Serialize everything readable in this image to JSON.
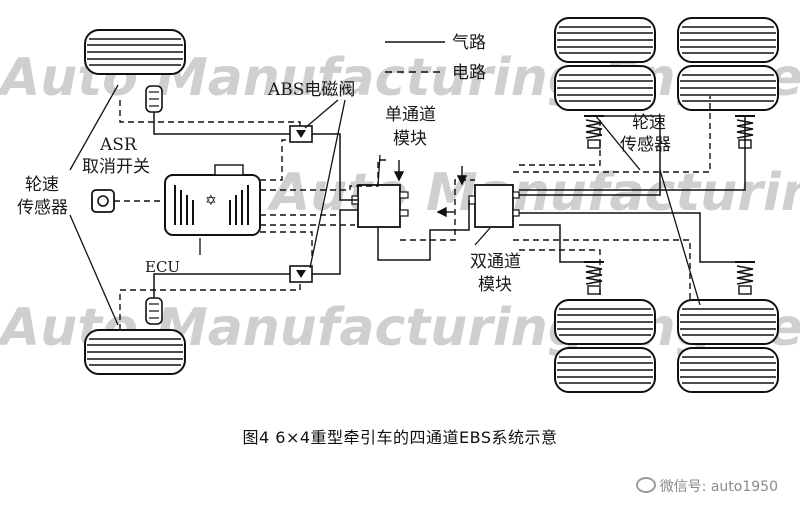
{
  "watermark": {
    "line1": "Auto Manufacturing Engineer",
    "line2": "Auto Manufacturing Engineer",
    "line3": "Auto Manufacturing Engineer"
  },
  "legend": {
    "air_label": "气路",
    "electric_label": "电路"
  },
  "labels": {
    "abs_valve": "ABS电磁阀",
    "asr_line1": "ASR",
    "asr_line2": "取消开关",
    "wheel_speed_left_line1": "轮速",
    "wheel_speed_left_line2": "传感器",
    "wheel_speed_right_line1": "轮速",
    "wheel_speed_right_line2": "传感器",
    "single_channel_line1": "单通道",
    "single_channel_line2": "模块",
    "dual_channel_line1": "双通道",
    "dual_channel_line2": "模块",
    "ecu": "ECU"
  },
  "caption": "图4   6×4重型牵引车的四通道EBS系统示意",
  "credit": "微信号: auto1950"
}
